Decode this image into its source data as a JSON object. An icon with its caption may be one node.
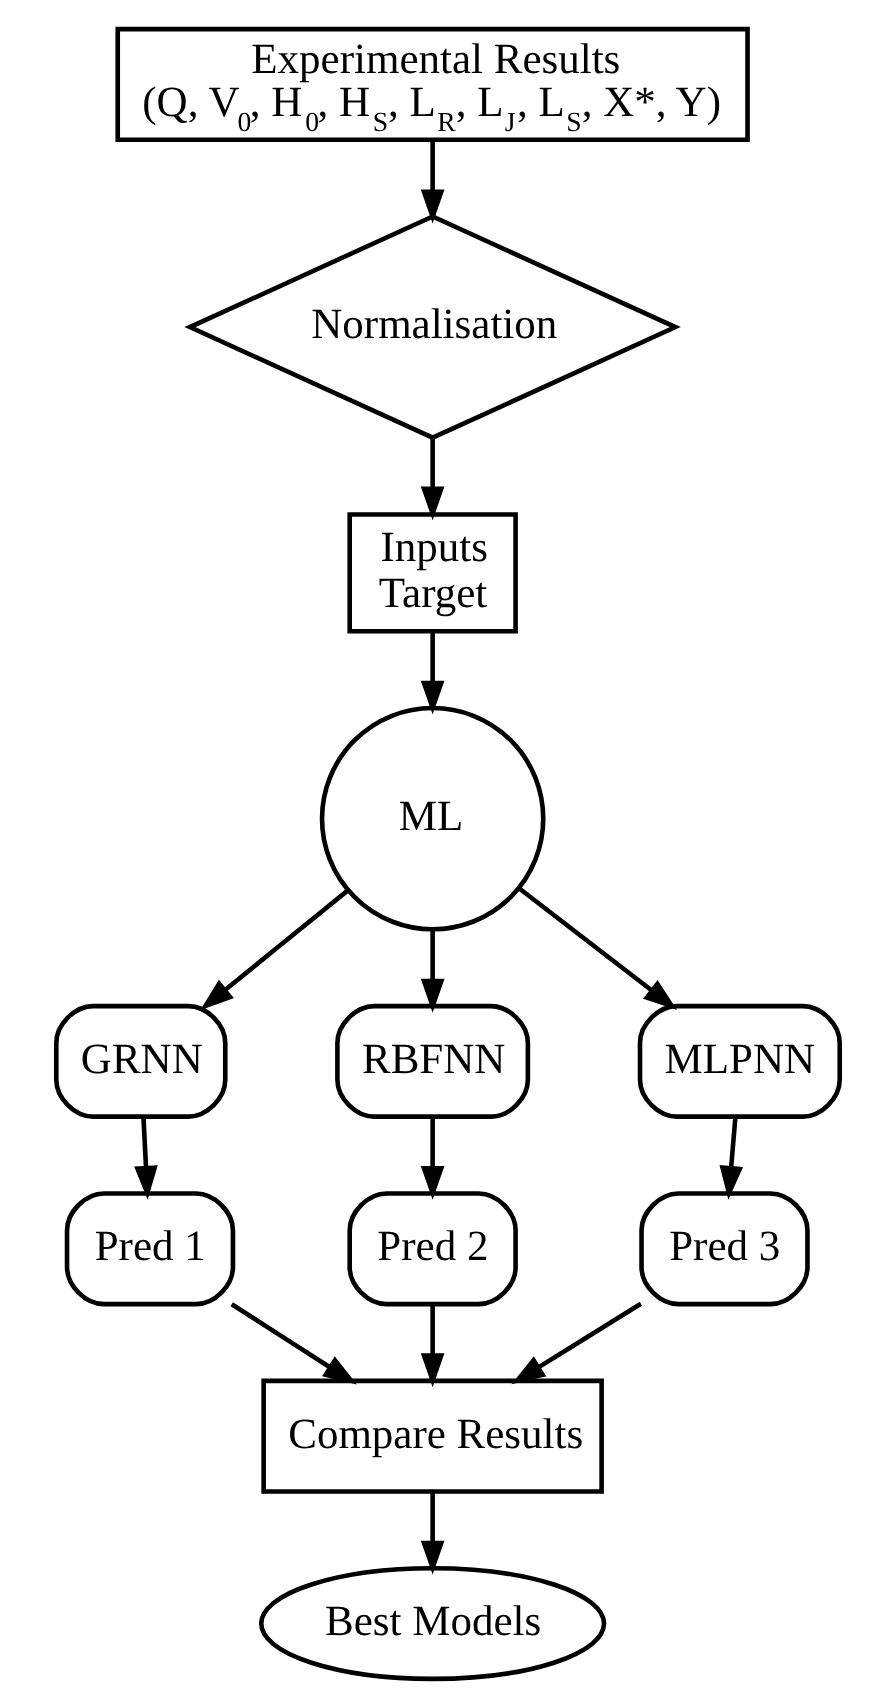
{
  "diagram": {
    "nodes": [
      {
        "text": [
          "Experimental Results",
          "(Q, V$_{0}$, H$_{0}$, H$_{S}$, L$_{R}$, L$_{J}$, L$_{S}$, X*, Y)"
        ]
      },
      {
        "text": [
          "Normalisation"
        ]
      },
      {
        "text": [
          "Inputs",
          "Target"
        ]
      },
      {
        "text": [
          "ML"
        ]
      },
      {
        "text": [
          "GRNN"
        ]
      },
      {
        "text": [
          "RBFNN"
        ]
      },
      {
        "text": [
          "MLPNN"
        ]
      },
      {
        "text": [
          "Pred 1"
        ]
      },
      {
        "text": [
          "Pred 2"
        ]
      },
      {
        "text": [
          "Pred 3"
        ]
      },
      {
        "text": [
          "Compare Results"
        ]
      },
      {
        "text": [
          "Best Models"
        ]
      }
    ],
    "edges": [
      {
        "from": 0,
        "to": 1,
        "arrow": "to"
      },
      {
        "from": 1,
        "to": 2,
        "arrow": "to"
      },
      {
        "from": 2,
        "to": 3,
        "arrow": "to"
      },
      {
        "from": 3,
        "to": 4,
        "arrow": "to"
      },
      {
        "from": 3,
        "to": 5,
        "arrow": "to"
      },
      {
        "from": 3,
        "to": 6,
        "arrow": "to"
      },
      {
        "from": 4,
        "to": 7,
        "arrow": "to"
      },
      {
        "from": 5,
        "to": 8,
        "arrow": "to"
      },
      {
        "from": 6,
        "to": 9,
        "arrow": "to"
      },
      {
        "from": 7,
        "to": 10,
        "arrow": "to"
      },
      {
        "from": 8,
        "to": 10,
        "arrow": "to"
      },
      {
        "from": 9,
        "to": 10,
        "arrow": "to"
      },
      {
        "from": 10,
        "to": 11,
        "arrow": "to"
      }
    ]
  }
}
